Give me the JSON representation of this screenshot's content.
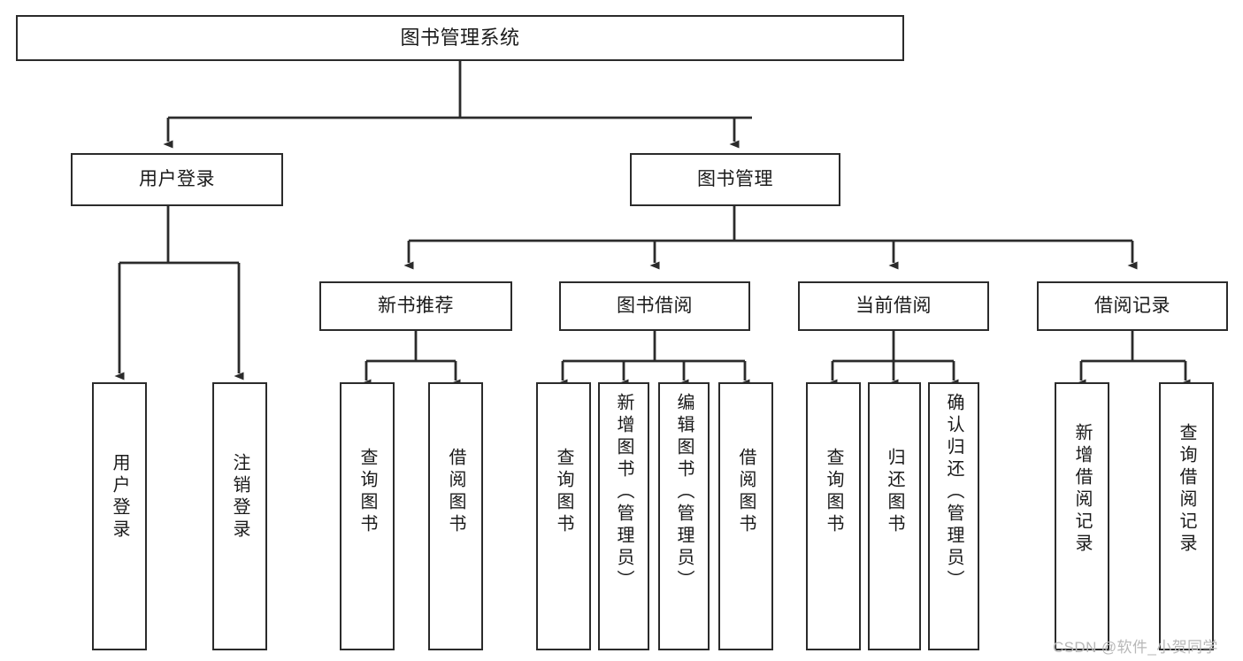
{
  "diagram": {
    "title": "图书管理系统",
    "type": "tree-hierarchy-chart",
    "watermark": "CSDN @软件_小贺同学",
    "colors": {
      "box_border": "#2b2b2b",
      "box_fill": "#ffffff",
      "line": "#2b2b2b",
      "text": "#1a1a1a",
      "watermark": "#b8b8b8",
      "background": "#ffffff"
    },
    "nodes": {
      "root": {
        "label": "图书管理系统"
      },
      "level2": [
        {
          "id": "user-login",
          "label": "用户登录"
        },
        {
          "id": "book-manage",
          "label": "图书管理"
        }
      ],
      "level3": [
        {
          "id": "new-book-recommend",
          "label": "新书推荐"
        },
        {
          "id": "book-borrow",
          "label": "图书借阅"
        },
        {
          "id": "current-borrow",
          "label": "当前借阅"
        },
        {
          "id": "borrow-record",
          "label": "借阅记录"
        }
      ],
      "leaves": [
        {
          "id": "leaf-user-login",
          "label": "用户登录",
          "parent": "user-login"
        },
        {
          "id": "leaf-logout",
          "label": "注销登录",
          "parent": "user-login"
        },
        {
          "id": "leaf-query-book-1",
          "label": "查询图书",
          "parent": "new-book-recommend"
        },
        {
          "id": "leaf-borrow-book-1",
          "label": "借阅图书",
          "parent": "new-book-recommend"
        },
        {
          "id": "leaf-query-book-2",
          "label": "查询图书",
          "parent": "book-borrow"
        },
        {
          "id": "leaf-add-book",
          "label": "新增图书（管理员）",
          "parent": "book-borrow"
        },
        {
          "id": "leaf-edit-book",
          "label": "编辑图书（管理员）",
          "parent": "book-borrow"
        },
        {
          "id": "leaf-borrow-book-2",
          "label": "借阅图书",
          "parent": "book-borrow"
        },
        {
          "id": "leaf-query-book-3",
          "label": "查询图书",
          "parent": "current-borrow"
        },
        {
          "id": "leaf-return-book",
          "label": "归还图书",
          "parent": "current-borrow"
        },
        {
          "id": "leaf-confirm-return",
          "label": "确认归还（管理员）",
          "parent": "current-borrow"
        },
        {
          "id": "leaf-add-record",
          "label": "新增借阅记录",
          "parent": "borrow-record"
        },
        {
          "id": "leaf-query-record",
          "label": "查询借阅记录",
          "parent": "borrow-record"
        }
      ]
    }
  }
}
